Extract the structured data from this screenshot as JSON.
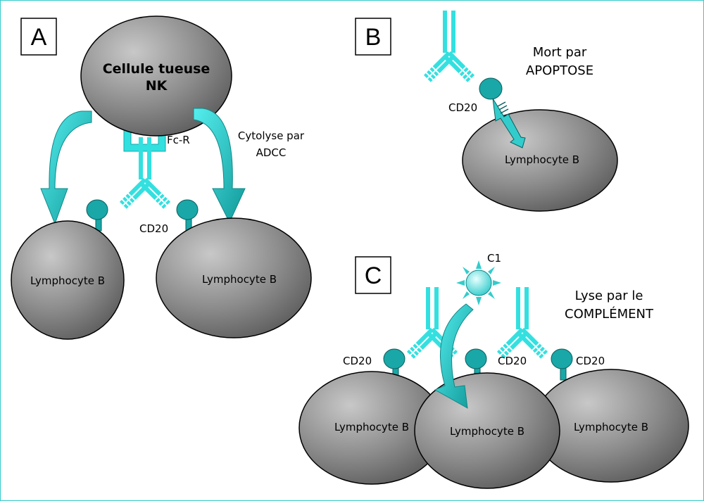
{
  "panels": {
    "a": {
      "letter": "A",
      "nk_cell_line1": "Cellule tueuse",
      "nk_cell_line2": "NK",
      "receptor_label": "Fc-R",
      "mechanism_line1": "Cytolyse par",
      "mechanism_line2": "ADCC",
      "antigen_label": "CD20",
      "cell_left_label": "Lymphocyte B",
      "cell_right_label": "Lymphocyte B"
    },
    "b": {
      "letter": "B",
      "mechanism_line1": "Mort par",
      "mechanism_line2": "APOPTOSE",
      "antigen_label": "CD20",
      "cell_label": "Lymphocyte B"
    },
    "c": {
      "letter": "C",
      "complement_label": "C1",
      "mechanism_line1": "Lyse par le",
      "mechanism_line2": "COMPLÉMENT",
      "antigen_label_left": "CD20",
      "antigen_label_mid": "CD20",
      "antigen_label_right": "CD20",
      "cell_left_label": "Lymphocyte B",
      "cell_mid_label": "Lymphocyte B",
      "cell_right_label": "Lymphocyte B"
    }
  },
  "colors": {
    "cell_fill": "#8a8a8a",
    "cell_stroke": "#000000",
    "antibody": "#33e0e0",
    "antigen": "#1aa7a7",
    "arrow": "#33cccc",
    "frame": "#33cccc"
  }
}
